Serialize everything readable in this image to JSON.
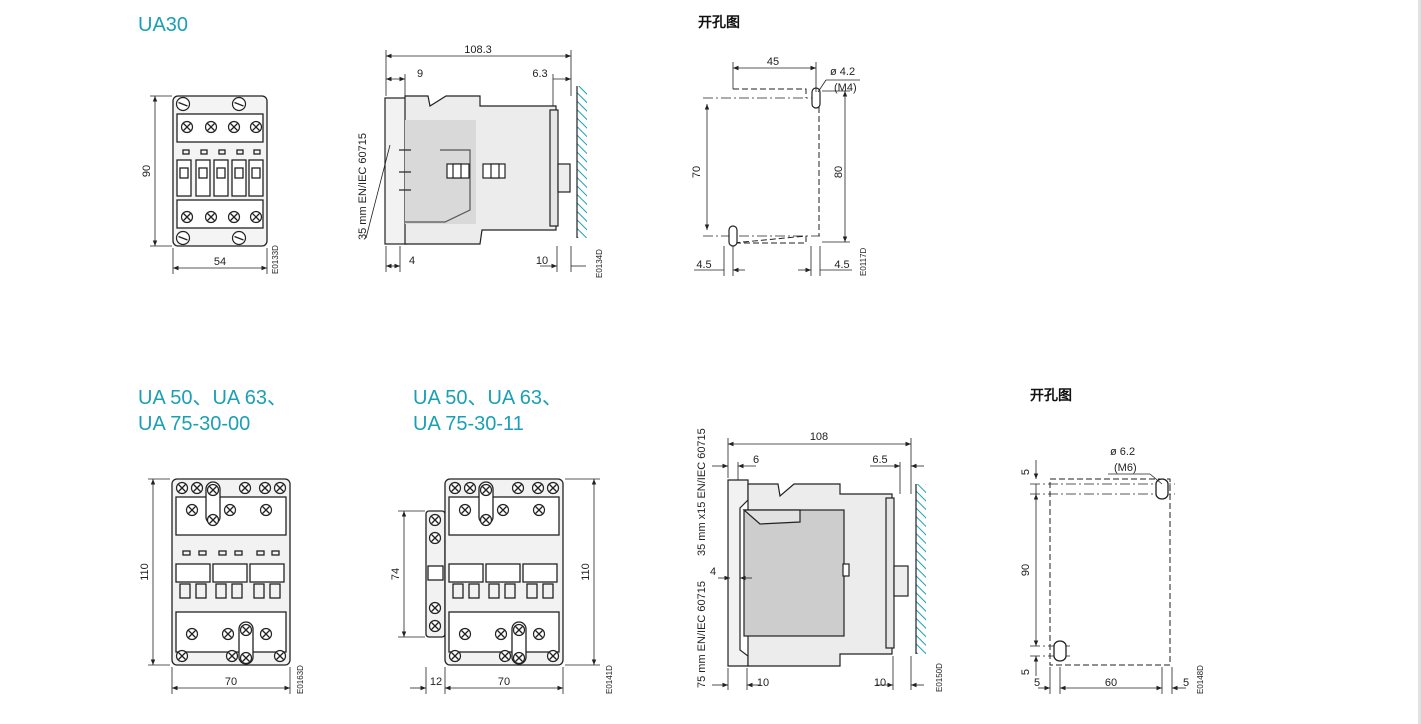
{
  "titles": {
    "ua30": "UA30",
    "ua50_a": "UA 50、UA 63、\nUA 75-30-00",
    "ua50_b": "UA 50、UA 63、\nUA 75-30-11",
    "cutout_1": "开孔图",
    "cutout_2": "开孔图"
  },
  "colors": {
    "title": "#1aa0b5",
    "hatch": "#1aa0b5",
    "line": "#222222",
    "fill_light": "#efefef",
    "fill_dark": "#cdcdcd"
  },
  "ua30_front": {
    "width": "54",
    "height": "90",
    "code": "E0133D"
  },
  "ua30_side": {
    "depth": "108.3",
    "front_offset": "9",
    "rear_gap": "6.3",
    "rail": "35 mm EN/IEC 60715",
    "bottom_left": "4",
    "bottom_right": "10",
    "code": "E0134D"
  },
  "ua30_cutout": {
    "spacing_x": "45",
    "hole_dia": "ø 4.2",
    "screw": "(M4)",
    "spacing_y": "70",
    "overall_y": "80",
    "margin_left": "4.5",
    "margin_right": "4.5",
    "code": "E0117D"
  },
  "ua50_front": {
    "width": "70",
    "height": "110",
    "code": "E0163D"
  },
  "ua50_aux_front": {
    "width": "70",
    "aux_width": "12",
    "aux_height": "74",
    "height": "110",
    "code": "E0141D"
  },
  "ua50_side": {
    "depth": "108",
    "front_offset": "6",
    "rear_gap": "6.5",
    "rail_top": "35 mm x15 EN/IEC 60715",
    "rail_bottom": "75 mm EN/IEC 60715",
    "offset": "4",
    "bottom_left": "10",
    "bottom_right": "10",
    "code": "E0150D"
  },
  "ua50_cutout": {
    "hole_dia": "ø 6.2",
    "screw": "(M6)",
    "top": "5",
    "spacing_y": "90",
    "bottom": "5",
    "margin_left": "5",
    "spacing_x": "60",
    "margin_right": "5",
    "code": "E0148D"
  }
}
